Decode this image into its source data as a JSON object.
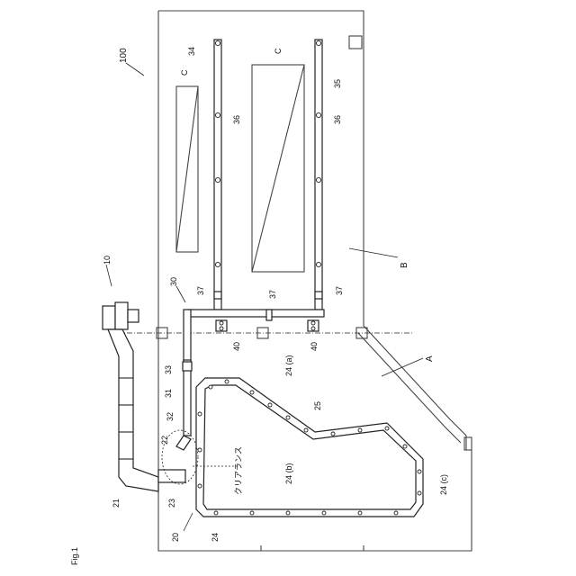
{
  "figure": {
    "caption": "Fig.1"
  },
  "labels": {
    "system": "100",
    "unit": "10",
    "duct_21": "21",
    "part_22": "22",
    "part_23": "23",
    "part_32": "32",
    "part_31": "31",
    "part_33": "33",
    "part_30": "30",
    "part_20": "20",
    "part_24": "24",
    "part_24a": "24 (a)",
    "part_24b": "24 (b)",
    "part_24c": "24 (c)",
    "part_25": "25",
    "part_34": "34",
    "part_35": "35",
    "part_36a": "36",
    "part_36b": "36",
    "part_37a": "37",
    "part_37b": "37",
    "part_37c": "37",
    "part_40a": "40",
    "part_40b": "40",
    "area_A": "A",
    "area_B": "B",
    "object_c1": "C",
    "object_c2": "C",
    "clearance": "クリアランス"
  }
}
